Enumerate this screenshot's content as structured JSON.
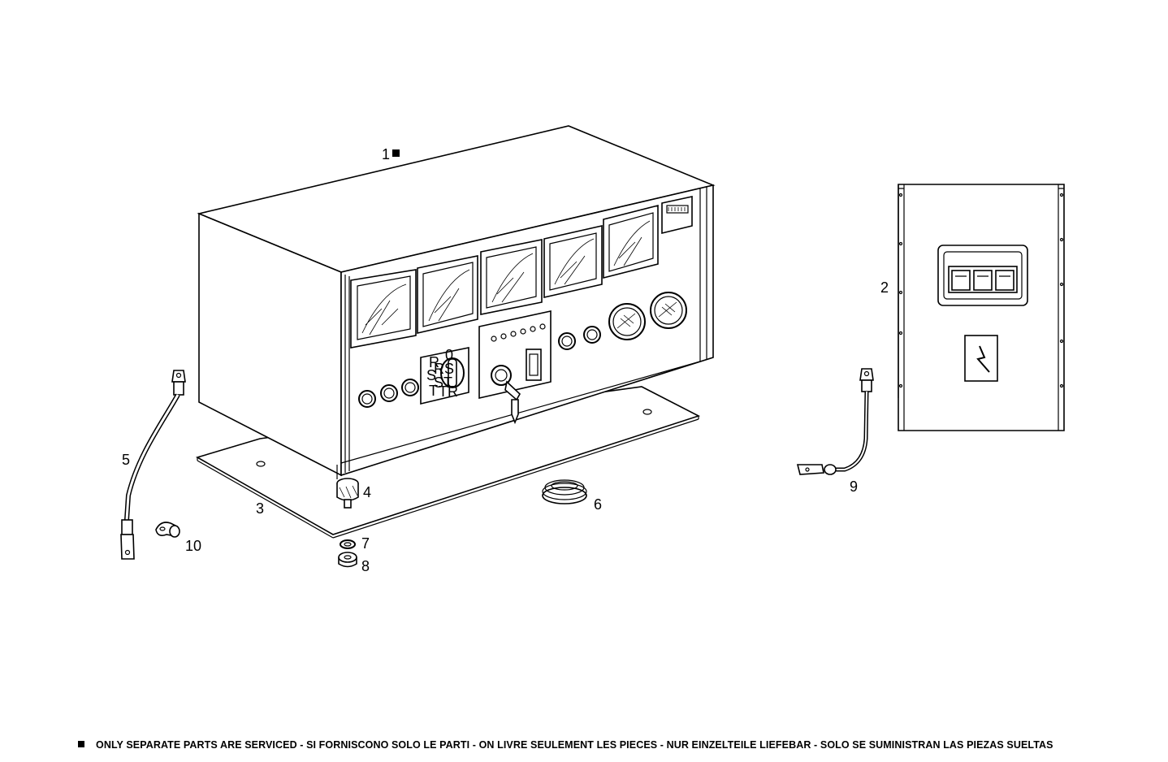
{
  "callouts": {
    "c1": "1",
    "c2": "2",
    "c3": "3",
    "c4": "4",
    "c5": "5",
    "c6": "6",
    "c7": "7",
    "c8": "8",
    "c9": "9",
    "c10": "10"
  },
  "footer": {
    "note": "ONLY SEPARATE PARTS ARE SERVICED - SI FORNISCONO SOLO LE PARTI  - ON LIVRE SEULEMENT LES PIECES - NUR EINZELTEILE LIEFEBAR - SOLO SE SUMINISTRAN LAS PIEZAS SUELTAS"
  },
  "legend_icon": "filled-square-icon",
  "selector_marks": {
    "m0": "0",
    "m1": "R",
    "m2": "S",
    "m3": "T",
    "m4": "RS",
    "m5": "ST",
    "m6": "TR"
  }
}
